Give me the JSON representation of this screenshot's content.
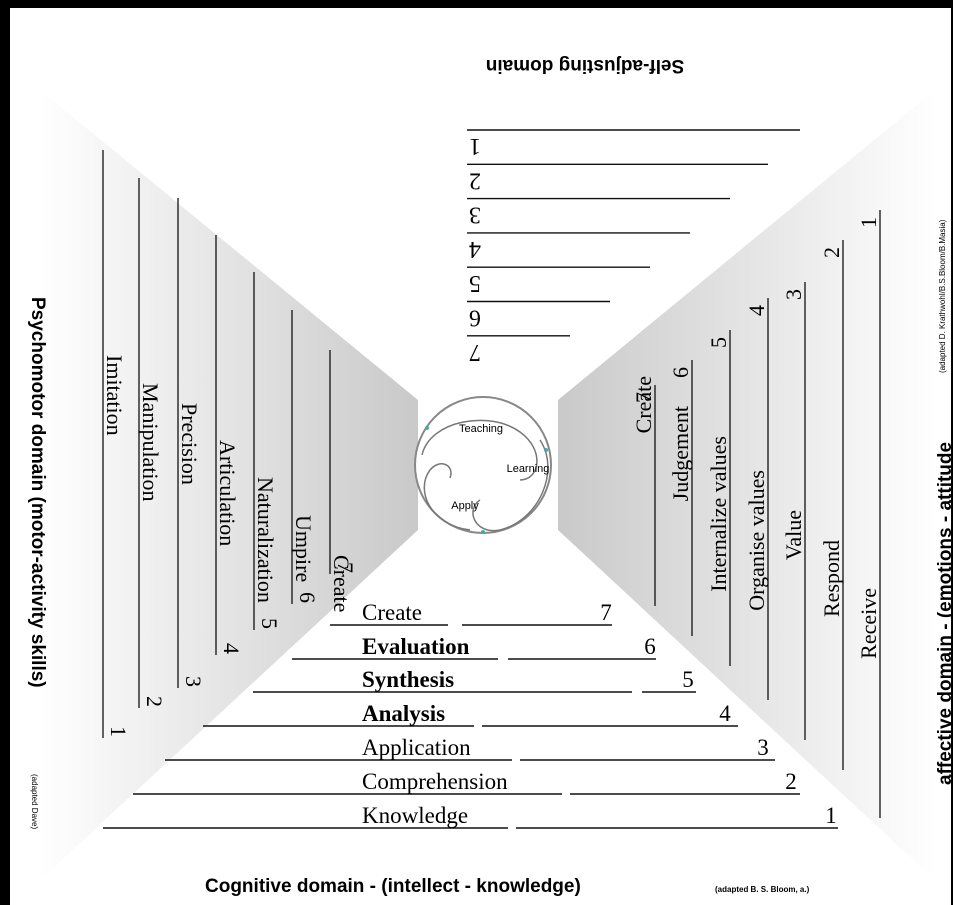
{
  "titles": {
    "top": "Self-adjusting domain",
    "bottom_main": "Cognitive domain - (intellect - knowledge)",
    "bottom_credit": "(adapted B. S. Bloom, a.)",
    "left_main": "Psychomotor domain (motor-activity skills)",
    "left_credit": "(adapted Dave)",
    "right_main": "affective domain - (emotions - attitude",
    "right_credit": "(adapted D. Krathwohl/B.S.Bloom/B.Masia)"
  },
  "center": {
    "labels": [
      "Teaching",
      "Learning",
      "Apply"
    ]
  },
  "cognitive": [
    {
      "label": "Create",
      "num": "7"
    },
    {
      "label": "Evaluation",
      "num": "6"
    },
    {
      "label": "Synthesis",
      "num": "5"
    },
    {
      "label": "Analysis",
      "num": "4"
    },
    {
      "label": "Application",
      "num": "3"
    },
    {
      "label": "Comprehension",
      "num": "2"
    },
    {
      "label": "Knowledge",
      "num": "1"
    }
  ],
  "psychomotor": [
    {
      "label": "Imitation",
      "num": "1"
    },
    {
      "label": "Manipulation",
      "num": "2"
    },
    {
      "label": "Precision",
      "num": "3"
    },
    {
      "label": "Articulation",
      "num": "4"
    },
    {
      "label": "Naturalization",
      "num": "5"
    },
    {
      "label": "Umpire",
      "num": "6"
    },
    {
      "label": "Create",
      "num": "7"
    }
  ],
  "affective": [
    {
      "label": "Receive",
      "num": "1"
    },
    {
      "label": "Respond",
      "num": "2"
    },
    {
      "label": "Value",
      "num": "3"
    },
    {
      "label": "Organise values",
      "num": "4"
    },
    {
      "label": "Internalize values",
      "num": "5"
    },
    {
      "label": "Judgement",
      "num": "6"
    },
    {
      "label": "Create",
      "num": "7"
    }
  ],
  "self_adjusting": [
    "1",
    "2",
    "3",
    "4",
    "5",
    "6",
    "7"
  ]
}
